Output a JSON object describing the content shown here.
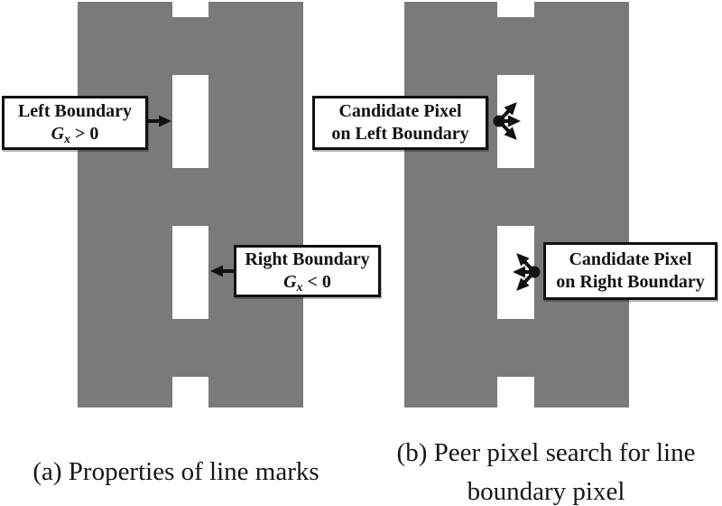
{
  "colors": {
    "road_gray": "#7a7a7c",
    "lane_mark_white": "#ffffff",
    "box_border_black": "#111111",
    "text_black": "#111111"
  },
  "panel_a": {
    "caption": "(a) Properties of line marks",
    "left_label": {
      "title": "Left Boundary",
      "var": "G",
      "sub": "x",
      "rel": "> 0"
    },
    "right_label": {
      "title": "Right Boundary",
      "var": "G",
      "sub": "x",
      "rel": "< 0"
    }
  },
  "panel_b": {
    "caption_line1": "(b) Peer pixel search for line",
    "caption_line2": "boundary pixel",
    "left_label": {
      "line1": "Candidate Pixel",
      "line2": "on Left Boundary"
    },
    "right_label": {
      "line1": "Candidate Pixel",
      "line2": "on Right Boundary"
    }
  }
}
